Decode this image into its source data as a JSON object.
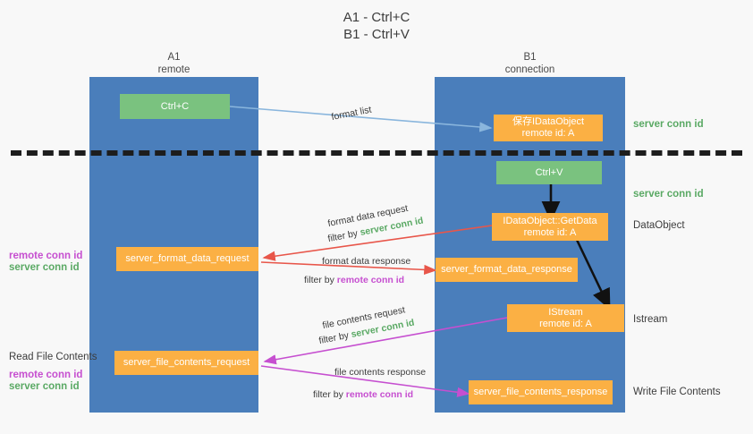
{
  "title": "A1 - Ctrl+C\nB1 - Ctrl+V",
  "columns": {
    "left": "A1\nremote",
    "right": "B1\nconnection"
  },
  "colors": {
    "lane": "#4a7ebb",
    "node_green": "#7ac27f",
    "node_orange": "#fbb044",
    "server_conn": "#5aa964",
    "remote_conn": "#c64fd0",
    "arrow_blue": "#8ab6dd",
    "arrow_red": "#e8564a",
    "arrow_magenta": "#c64fd0",
    "arrow_black": "#111111",
    "dashed": "#1d1d1d"
  },
  "nodes": {
    "ctrl_c": "Ctrl+C",
    "save_idataobject": "保存IDataObject\nremote id: A",
    "ctrl_v": "Ctrl+V",
    "getdata": "IDataObject::GetData\nremote id: A",
    "istream": "IStream\nremote id: A",
    "server_format_data_request": "server_format_data_request",
    "server_format_data_response": "server_format_data_response",
    "server_file_contents_request": "server_file_contents_request",
    "server_file_contents_response": "server_file_contents_response"
  },
  "right_labels": {
    "server_conn_1": "server conn id",
    "server_conn_2": "server conn id",
    "dataobject": "DataObject",
    "istream": "Istream",
    "write_file_contents": "Write File Contents"
  },
  "left_labels": {
    "format_remote": "remote conn id",
    "format_server": "server conn id",
    "read_file_contents": "Read File Contents",
    "file_remote": "remote conn id",
    "file_server": "server conn id"
  },
  "edges": {
    "format_list": "format list",
    "format_data_request": "format data request",
    "format_data_request_filter_prefix": "filter by ",
    "format_data_request_filter_key": "server conn id",
    "format_data_response": "format data response",
    "format_data_response_filter_prefix": "filter by ",
    "format_data_response_filter_key": "remote conn id",
    "file_contents_request": "file contents request",
    "file_contents_request_filter_prefix": "filter by ",
    "file_contents_request_filter_key": "server conn id",
    "file_contents_response": "file contents response",
    "file_contents_response_filter_prefix": "filter by ",
    "file_contents_response_filter_key": "remote conn id"
  }
}
